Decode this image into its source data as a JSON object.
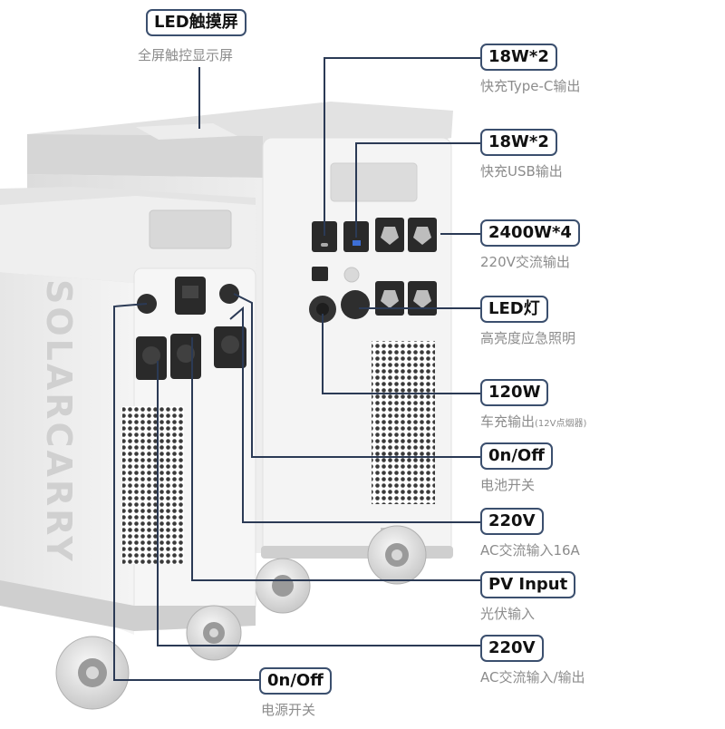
{
  "brand": "SOLARCARRY",
  "colors": {
    "callout_border": "#3b4f6e",
    "leader_line": "#2b3a55",
    "caption": "#8c8c8c",
    "unit_body": "#f1f1f1",
    "unit_top": "#dedede"
  },
  "callouts": {
    "led_screen": {
      "label": "LED触摸屏",
      "caption": "全屏触控显示屏"
    },
    "typec": {
      "label": "18W*2",
      "caption": "快充Type-C输出"
    },
    "usb": {
      "label": "18W*2",
      "caption": "快充USB输出"
    },
    "ac_output": {
      "label": "2400W*4",
      "caption": "220V交流输出"
    },
    "led_light": {
      "label": "LED灯",
      "caption": "高亮度应急照明"
    },
    "car_charger": {
      "label": "120W",
      "caption": "车充输出",
      "caption_small": "(12V点烟器)"
    },
    "battery_switch": {
      "label": "0n/Off",
      "caption": "电池开关"
    },
    "ac_input": {
      "label": "220V",
      "caption": "AC交流输入16A"
    },
    "pv_input": {
      "label": "PV Input",
      "caption": "光伏输入"
    },
    "ac_in_out": {
      "label": "220V",
      "caption": "AC交流输入/输出"
    },
    "power_switch": {
      "label": "0n/Off",
      "caption": "电源开关"
    }
  }
}
